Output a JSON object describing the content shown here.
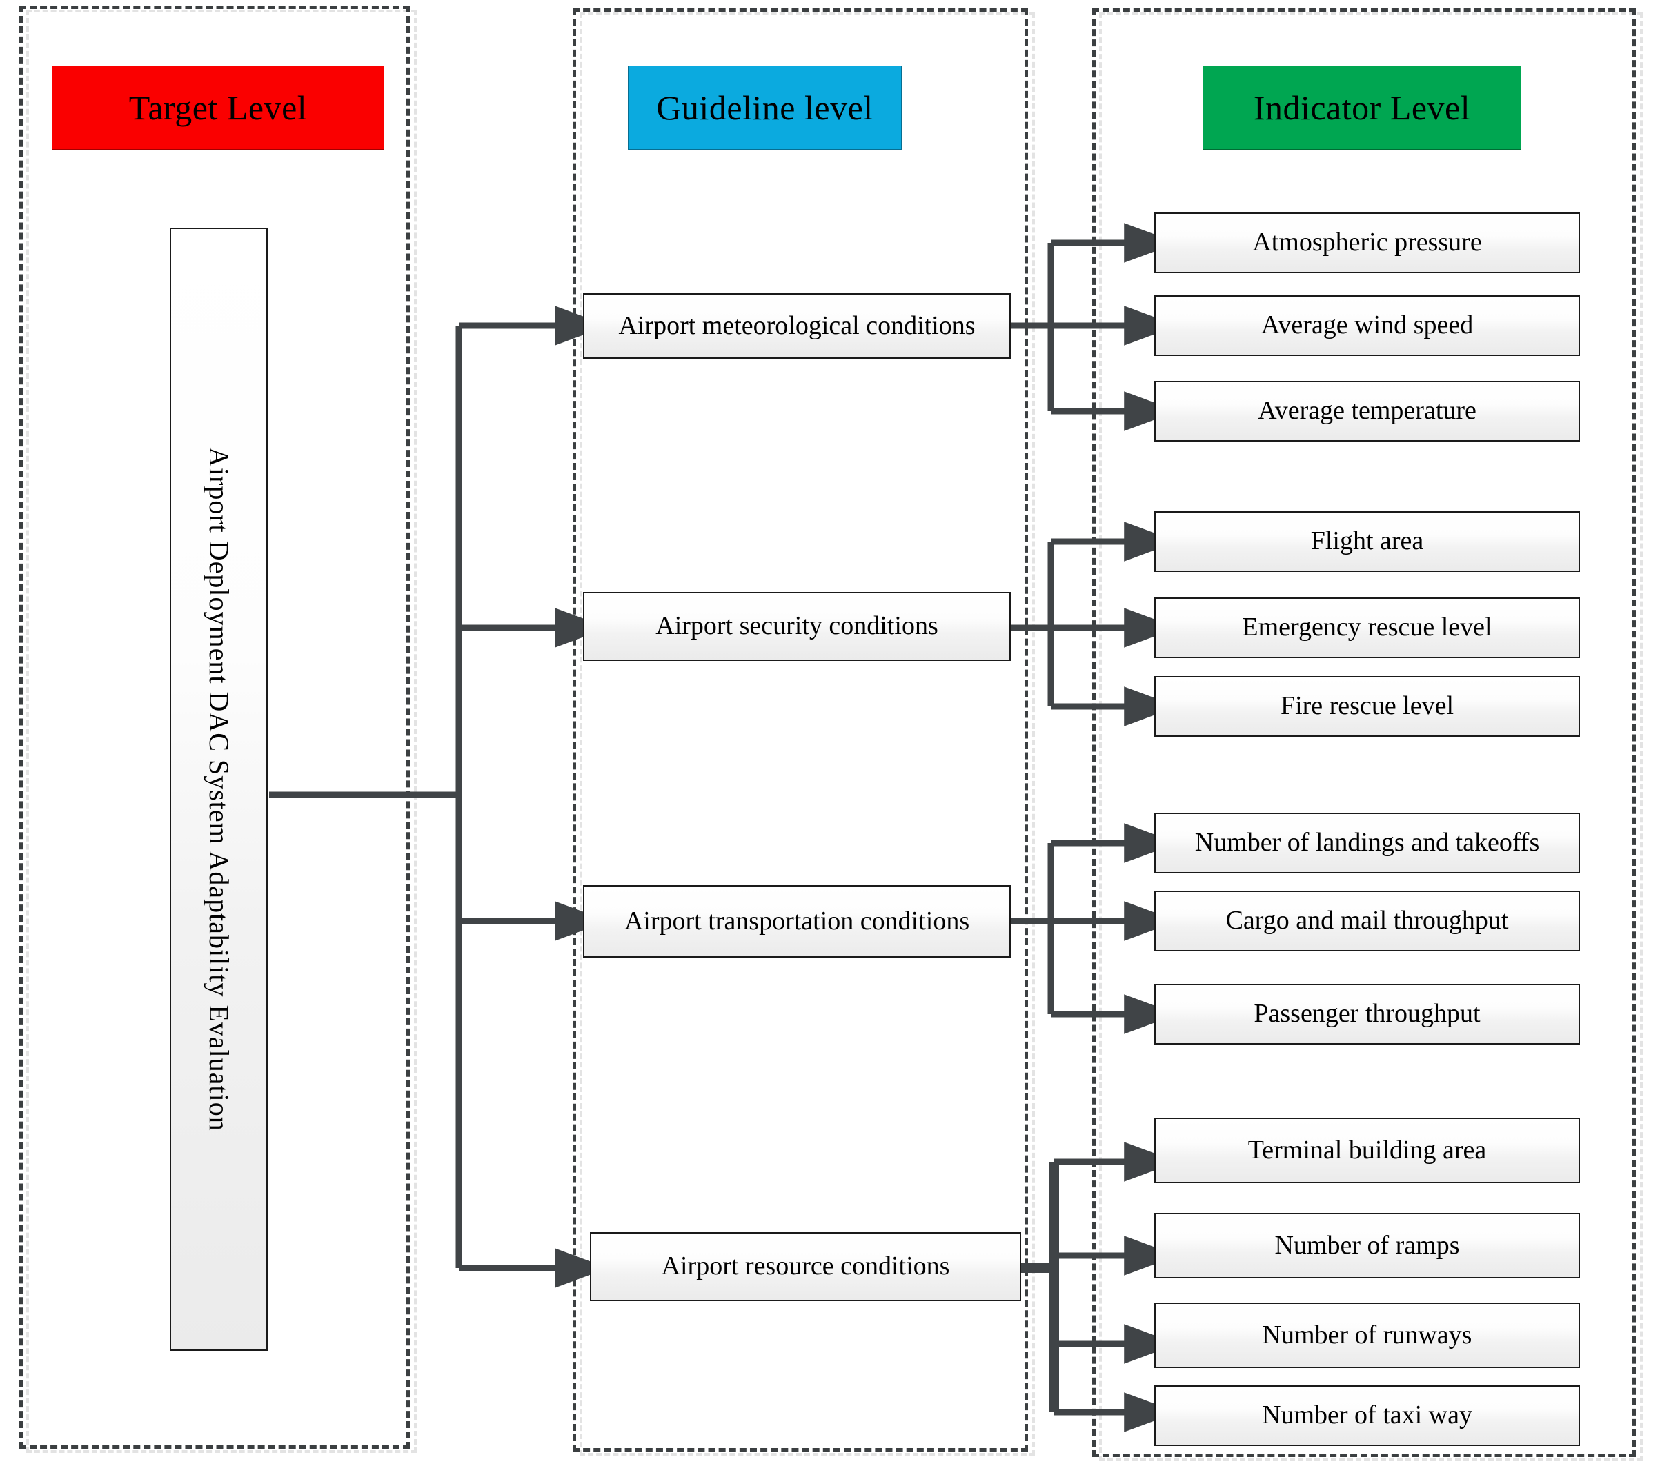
{
  "levels": {
    "target": {
      "banner": "Target Level"
    },
    "guideline": {
      "banner": "Guideline level"
    },
    "indicator": {
      "banner": "Indicator Level"
    }
  },
  "colors": {
    "target_banner": "#FA0000",
    "guideline_banner": "#0BAADF",
    "indicator_banner": "#00A651",
    "connector": "#404447",
    "panel_border": "#3b3f41"
  },
  "target_node": {
    "label": "Airport Deployment DAC System Adaptability Evaluation"
  },
  "guidelines": [
    {
      "label": "Airport meteorological conditions"
    },
    {
      "label": "Airport security conditions"
    },
    {
      "label": "Airport transportation conditions"
    },
    {
      "label": "Airport resource conditions"
    }
  ],
  "indicator_groups": [
    {
      "parent": "Airport meteorological conditions",
      "items": [
        {
          "label": "Atmospheric pressure"
        },
        {
          "label": "Average wind speed"
        },
        {
          "label": "Average temperature"
        }
      ]
    },
    {
      "parent": "Airport security conditions",
      "items": [
        {
          "label": "Flight area"
        },
        {
          "label": "Emergency rescue level"
        },
        {
          "label": "Fire rescue level"
        }
      ]
    },
    {
      "parent": "Airport transportation conditions",
      "items": [
        {
          "label": "Number of landings and takeoffs"
        },
        {
          "label": "Cargo and mail throughput"
        },
        {
          "label": "Passenger throughput"
        }
      ]
    },
    {
      "parent": "Airport resource conditions",
      "items": [
        {
          "label": "Terminal building area"
        },
        {
          "label": "Number of ramps"
        },
        {
          "label": "Number of runways"
        },
        {
          "label": "Number of taxi way"
        }
      ]
    }
  ]
}
